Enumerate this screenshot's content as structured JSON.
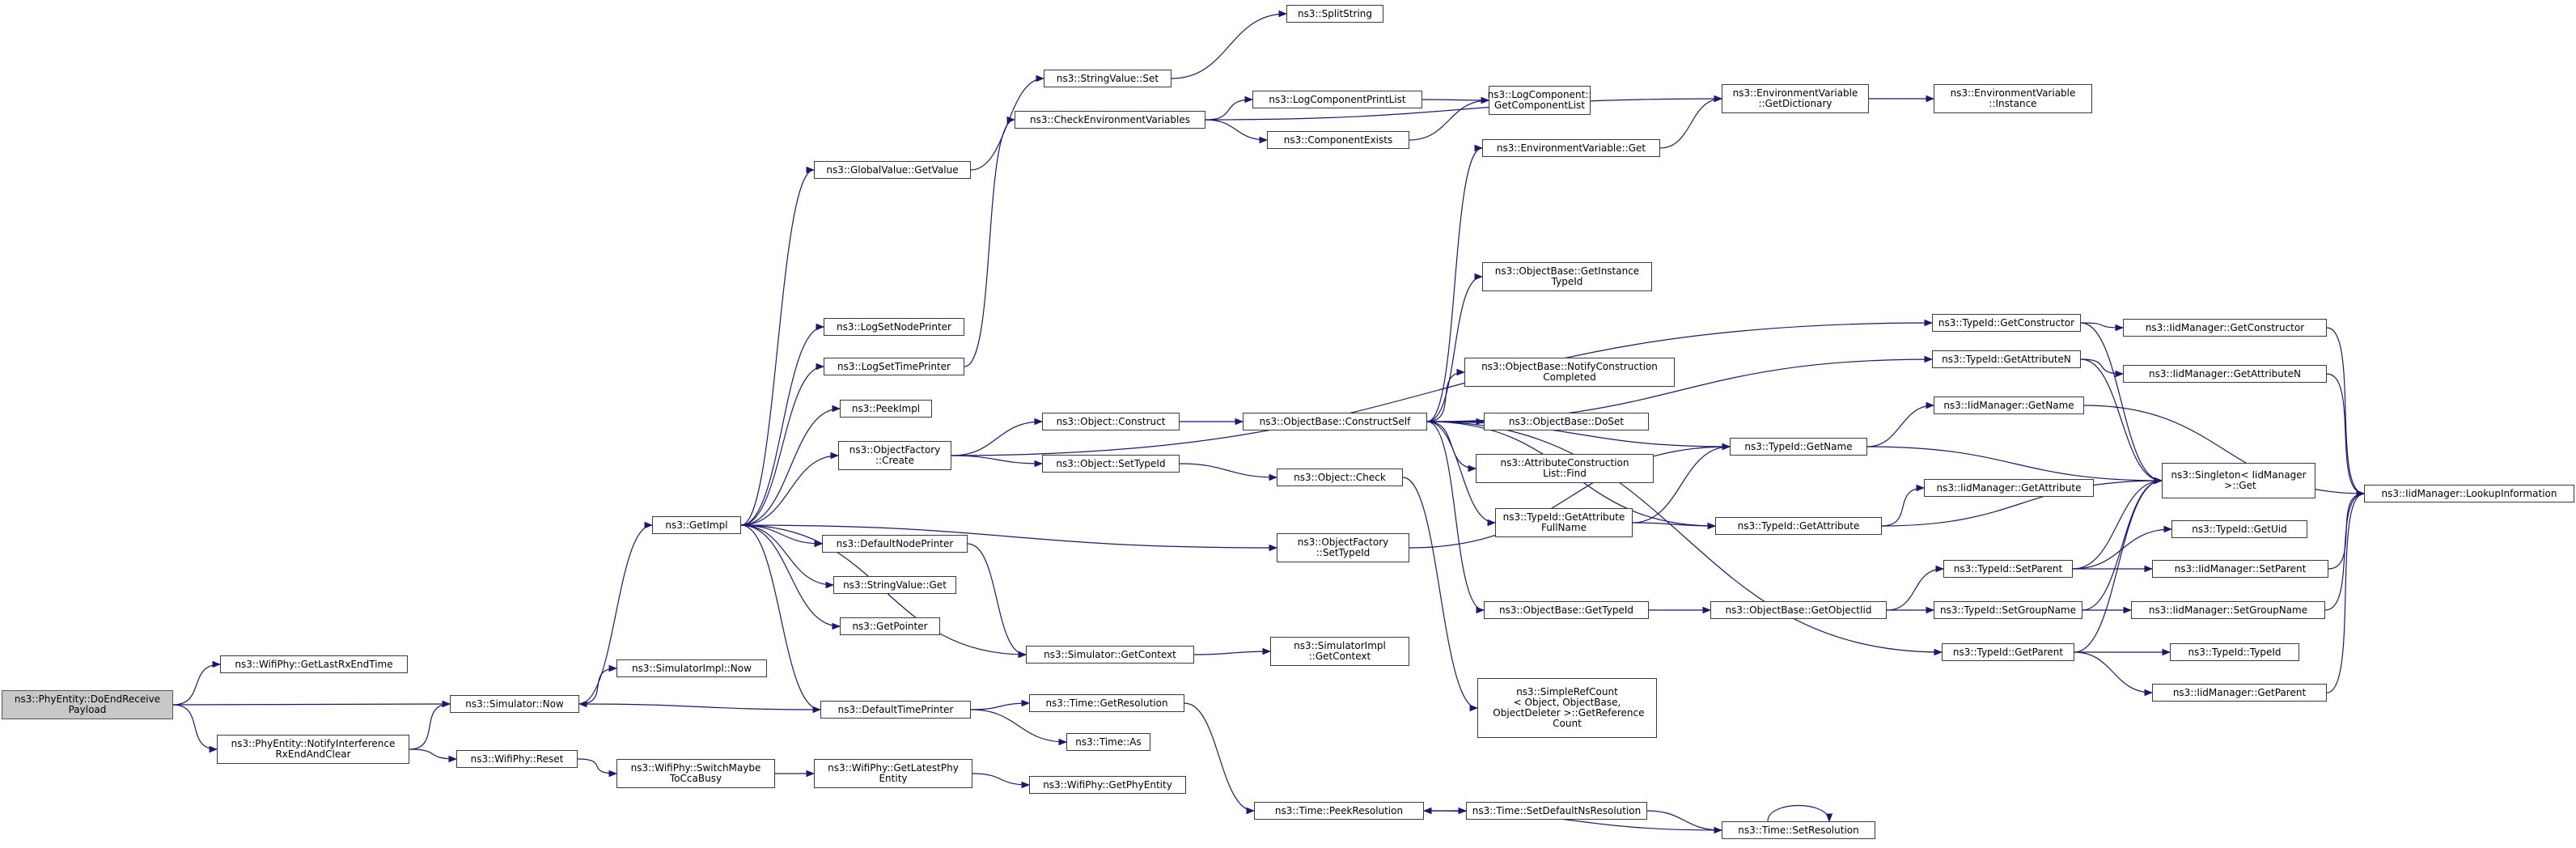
{
  "graph": {
    "edge_color": "#191970",
    "root_fill": "#c8c8c8",
    "nodes": [
      {
        "id": "root",
        "label": "ns3::PhyEntity::DoEndReceive\nPayload"
      },
      {
        "id": "getLastRx",
        "label": "ns3::WifiPhy::GetLastRxEndTime"
      },
      {
        "id": "notifyInterf",
        "label": "ns3::PhyEntity::NotifyInterference\nRxEndAndClear"
      },
      {
        "id": "simNow",
        "label": "ns3::Simulator::Now"
      },
      {
        "id": "wifiReset",
        "label": "ns3::WifiPhy::Reset"
      },
      {
        "id": "simImplNow",
        "label": "ns3::SimulatorImpl::Now"
      },
      {
        "id": "getImpl",
        "label": "ns3::GetImpl"
      },
      {
        "id": "switchMaybe",
        "label": "ns3::WifiPhy::SwitchMaybe\nToCcaBusy"
      },
      {
        "id": "getLatestPhy",
        "label": "ns3::WifiPhy::GetLatestPhy\nEntity"
      },
      {
        "id": "getPhyEntity",
        "label": "ns3::WifiPhy::GetPhyEntity"
      },
      {
        "id": "globalGetValue",
        "label": "ns3::GlobalValue::GetValue"
      },
      {
        "id": "logSetNode",
        "label": "ns3::LogSetNodePrinter"
      },
      {
        "id": "logSetTime",
        "label": "ns3::LogSetTimePrinter"
      },
      {
        "id": "peekImpl",
        "label": "ns3::PeekImpl"
      },
      {
        "id": "objFactCreate",
        "label": "ns3::ObjectFactory\n::Create"
      },
      {
        "id": "defNodePrinter",
        "label": "ns3::DefaultNodePrinter"
      },
      {
        "id": "stringValueGet",
        "label": "ns3::StringValue::Get"
      },
      {
        "id": "getPointer",
        "label": "ns3::GetPointer"
      },
      {
        "id": "defTimePrinter",
        "label": "ns3::DefaultTimePrinter"
      },
      {
        "id": "stringValueSet",
        "label": "ns3::StringValue::Set"
      },
      {
        "id": "checkEnv",
        "label": "ns3::CheckEnvironmentVariables"
      },
      {
        "id": "splitString",
        "label": "ns3::SplitString"
      },
      {
        "id": "logCompPrint",
        "label": "ns3::LogComponentPrintList"
      },
      {
        "id": "compExists",
        "label": "ns3::ComponentExists"
      },
      {
        "id": "logCompGet",
        "label": "ns3::LogComponent::\nGetComponentList"
      },
      {
        "id": "envVarGet",
        "label": "ns3::EnvironmentVariable::Get"
      },
      {
        "id": "envVarDict",
        "label": "ns3::EnvironmentVariable\n::GetDictionary"
      },
      {
        "id": "envVarInst",
        "label": "ns3::EnvironmentVariable\n::Instance"
      },
      {
        "id": "objConstruct",
        "label": "ns3::Object::Construct"
      },
      {
        "id": "objSetTypeId",
        "label": "ns3::Object::SetTypeId"
      },
      {
        "id": "objCheck",
        "label": "ns3::Object::Check"
      },
      {
        "id": "objFactSetTypeId",
        "label": "ns3::ObjectFactory\n::SetTypeId"
      },
      {
        "id": "simGetContext",
        "label": "ns3::Simulator::GetContext"
      },
      {
        "id": "simImplGetContext",
        "label": "ns3::SimulatorImpl\n::GetContext"
      },
      {
        "id": "timeGetRes",
        "label": "ns3::Time::GetResolution"
      },
      {
        "id": "timeAs",
        "label": "ns3::Time::As"
      },
      {
        "id": "timePeekRes",
        "label": "ns3::Time::PeekResolution"
      },
      {
        "id": "timeSetDefNs",
        "label": "ns3::Time::SetDefaultNsResolution"
      },
      {
        "id": "timeSetRes",
        "label": "ns3::Time::SetResolution"
      },
      {
        "id": "constructSelf",
        "label": "ns3::ObjectBase::ConstructSelf"
      },
      {
        "id": "getInstTypeId",
        "label": "ns3::ObjectBase::GetInstance\nTypeId"
      },
      {
        "id": "notifyConstr",
        "label": "ns3::ObjectBase::NotifyConstruction\nCompleted"
      },
      {
        "id": "doSet",
        "label": "ns3::ObjectBase::DoSet"
      },
      {
        "id": "attrConstrFind",
        "label": "ns3::AttributeConstruction\nList::Find"
      },
      {
        "id": "typeIdGetAttrFull",
        "label": "ns3::TypeId::GetAttribute\nFullName"
      },
      {
        "id": "objBaseGetTypeId",
        "label": "ns3::ObjectBase::GetTypeId"
      },
      {
        "id": "simpleRefCount",
        "label": "ns3::SimpleRefCount\n< Object, ObjectBase,\n ObjectDeleter >::GetReference\nCount"
      },
      {
        "id": "typeIdGetName",
        "label": "ns3::TypeId::GetName"
      },
      {
        "id": "typeIdGetAttr",
        "label": "ns3::TypeId::GetAttribute"
      },
      {
        "id": "getObjectIid",
        "label": "ns3::ObjectBase::GetObjectIid"
      },
      {
        "id": "typeIdGetConstructor",
        "label": "ns3::TypeId::GetConstructor"
      },
      {
        "id": "typeIdGetAttrN",
        "label": "ns3::TypeId::GetAttributeN"
      },
      {
        "id": "iidGetName",
        "label": "ns3::IidManager::GetName"
      },
      {
        "id": "iidGetAttribute",
        "label": "ns3::IidManager::GetAttribute"
      },
      {
        "id": "typeIdSetParent",
        "label": "ns3::TypeId::SetParent"
      },
      {
        "id": "typeIdSetGroup",
        "label": "ns3::TypeId::SetGroupName"
      },
      {
        "id": "typeIdGetParent",
        "label": "ns3::TypeId::GetParent"
      },
      {
        "id": "iidGetConstructor",
        "label": "ns3::IidManager::GetConstructor"
      },
      {
        "id": "iidGetAttributeN",
        "label": "ns3::IidManager::GetAttributeN"
      },
      {
        "id": "singletonGet",
        "label": "ns3::Singleton< IidManager\n >::Get"
      },
      {
        "id": "typeIdGetUid",
        "label": "ns3::TypeId::GetUid"
      },
      {
        "id": "iidSetParent",
        "label": "ns3::IidManager::SetParent"
      },
      {
        "id": "iidSetGroup",
        "label": "ns3::IidManager::SetGroupName"
      },
      {
        "id": "typeIdTypeId",
        "label": "ns3::TypeId::TypeId"
      },
      {
        "id": "iidGetParent",
        "label": "ns3::IidManager::GetParent"
      },
      {
        "id": "iidLookup",
        "label": "ns3::IidManager::LookupInformation"
      }
    ],
    "edges": [
      [
        "root",
        "getLastRx"
      ],
      [
        "root",
        "simNow"
      ],
      [
        "root",
        "notifyInterf"
      ],
      [
        "notifyInterf",
        "simNow"
      ],
      [
        "notifyInterf",
        "wifiReset"
      ],
      [
        "simNow",
        "simImplNow"
      ],
      [
        "simNow",
        "getImpl"
      ],
      [
        "wifiReset",
        "switchMaybe"
      ],
      [
        "switchMaybe",
        "getLatestPhy"
      ],
      [
        "getLatestPhy",
        "getPhyEntity"
      ],
      [
        "getImpl",
        "globalGetValue"
      ],
      [
        "getImpl",
        "logSetNode"
      ],
      [
        "getImpl",
        "logSetTime"
      ],
      [
        "getImpl",
        "peekImpl"
      ],
      [
        "getImpl",
        "objFactCreate"
      ],
      [
        "getImpl",
        "defNodePrinter"
      ],
      [
        "getImpl",
        "stringValueGet"
      ],
      [
        "getImpl",
        "getPointer"
      ],
      [
        "getImpl",
        "defTimePrinter"
      ],
      [
        "getImpl",
        "objFactSetTypeId"
      ],
      [
        "getImpl",
        "simGetContext"
      ],
      [
        "defTimePrinter",
        "simNow"
      ],
      [
        "defTimePrinter",
        "timeGetRes"
      ],
      [
        "defTimePrinter",
        "timeAs"
      ],
      [
        "defNodePrinter",
        "simGetContext"
      ],
      [
        "simGetContext",
        "simImplGetContext"
      ],
      [
        "globalGetValue",
        "stringValueSet"
      ],
      [
        "logSetTime",
        "checkEnv"
      ],
      [
        "stringValueSet",
        "splitString"
      ],
      [
        "checkEnv",
        "logCompPrint"
      ],
      [
        "checkEnv",
        "compExists"
      ],
      [
        "checkEnv",
        "envVarDict"
      ],
      [
        "logCompPrint",
        "logCompGet"
      ],
      [
        "compExists",
        "logCompGet"
      ],
      [
        "envVarGet",
        "envVarDict"
      ],
      [
        "envVarDict",
        "envVarInst"
      ],
      [
        "objFactCreate",
        "objConstruct"
      ],
      [
        "objFactCreate",
        "objSetTypeId"
      ],
      [
        "objFactCreate",
        "typeIdGetConstructor"
      ],
      [
        "objConstruct",
        "constructSelf"
      ],
      [
        "objSetTypeId",
        "objCheck"
      ],
      [
        "objCheck",
        "simpleRefCount"
      ],
      [
        "objFactSetTypeId",
        "typeIdGetName"
      ],
      [
        "timeGetRes",
        "timePeekRes"
      ],
      [
        "timePeekRes",
        "timeSetDefNs"
      ],
      [
        "timeSetDefNs",
        "timeSetRes"
      ],
      [
        "timeSetRes",
        "timePeekRes"
      ],
      [
        "timeSetRes",
        "timeSetRes"
      ],
      [
        "constructSelf",
        "envVarGet"
      ],
      [
        "constructSelf",
        "getInstTypeId"
      ],
      [
        "constructSelf",
        "notifyConstr"
      ],
      [
        "constructSelf",
        "doSet"
      ],
      [
        "constructSelf",
        "attrConstrFind"
      ],
      [
        "constructSelf",
        "typeIdGetAttrFull"
      ],
      [
        "constructSelf",
        "objBaseGetTypeId"
      ],
      [
        "constructSelf",
        "typeIdGetName"
      ],
      [
        "constructSelf",
        "typeIdGetAttr"
      ],
      [
        "constructSelf",
        "typeIdGetAttrN"
      ],
      [
        "constructSelf",
        "typeIdGetParent"
      ],
      [
        "typeIdGetAttrFull",
        "typeIdGetName"
      ],
      [
        "typeIdGetAttrFull",
        "typeIdGetAttr"
      ],
      [
        "objBaseGetTypeId",
        "getObjectIid"
      ],
      [
        "getObjectIid",
        "typeIdSetParent"
      ],
      [
        "getObjectIid",
        "typeIdSetGroup"
      ],
      [
        "typeIdGetName",
        "iidGetName"
      ],
      [
        "typeIdGetName",
        "singletonGet"
      ],
      [
        "typeIdGetAttr",
        "iidGetAttribute"
      ],
      [
        "typeIdGetAttr",
        "singletonGet"
      ],
      [
        "typeIdGetConstructor",
        "iidGetConstructor"
      ],
      [
        "typeIdGetConstructor",
        "singletonGet"
      ],
      [
        "typeIdGetAttrN",
        "iidGetAttributeN"
      ],
      [
        "typeIdGetAttrN",
        "singletonGet"
      ],
      [
        "typeIdSetParent",
        "singletonGet"
      ],
      [
        "typeIdSetParent",
        "typeIdGetUid"
      ],
      [
        "typeIdSetParent",
        "iidSetParent"
      ],
      [
        "typeIdSetGroup",
        "singletonGet"
      ],
      [
        "typeIdSetGroup",
        "iidSetGroup"
      ],
      [
        "typeIdGetParent",
        "singletonGet"
      ],
      [
        "typeIdGetParent",
        "typeIdTypeId"
      ],
      [
        "typeIdGetParent",
        "iidGetParent"
      ],
      [
        "iidGetName",
        "iidLookup"
      ],
      [
        "iidGetConstructor",
        "iidLookup"
      ],
      [
        "iidGetAttributeN",
        "iidLookup"
      ],
      [
        "iidSetParent",
        "iidLookup"
      ],
      [
        "iidSetGroup",
        "iidLookup"
      ],
      [
        "iidGetParent",
        "iidLookup"
      ]
    ]
  }
}
